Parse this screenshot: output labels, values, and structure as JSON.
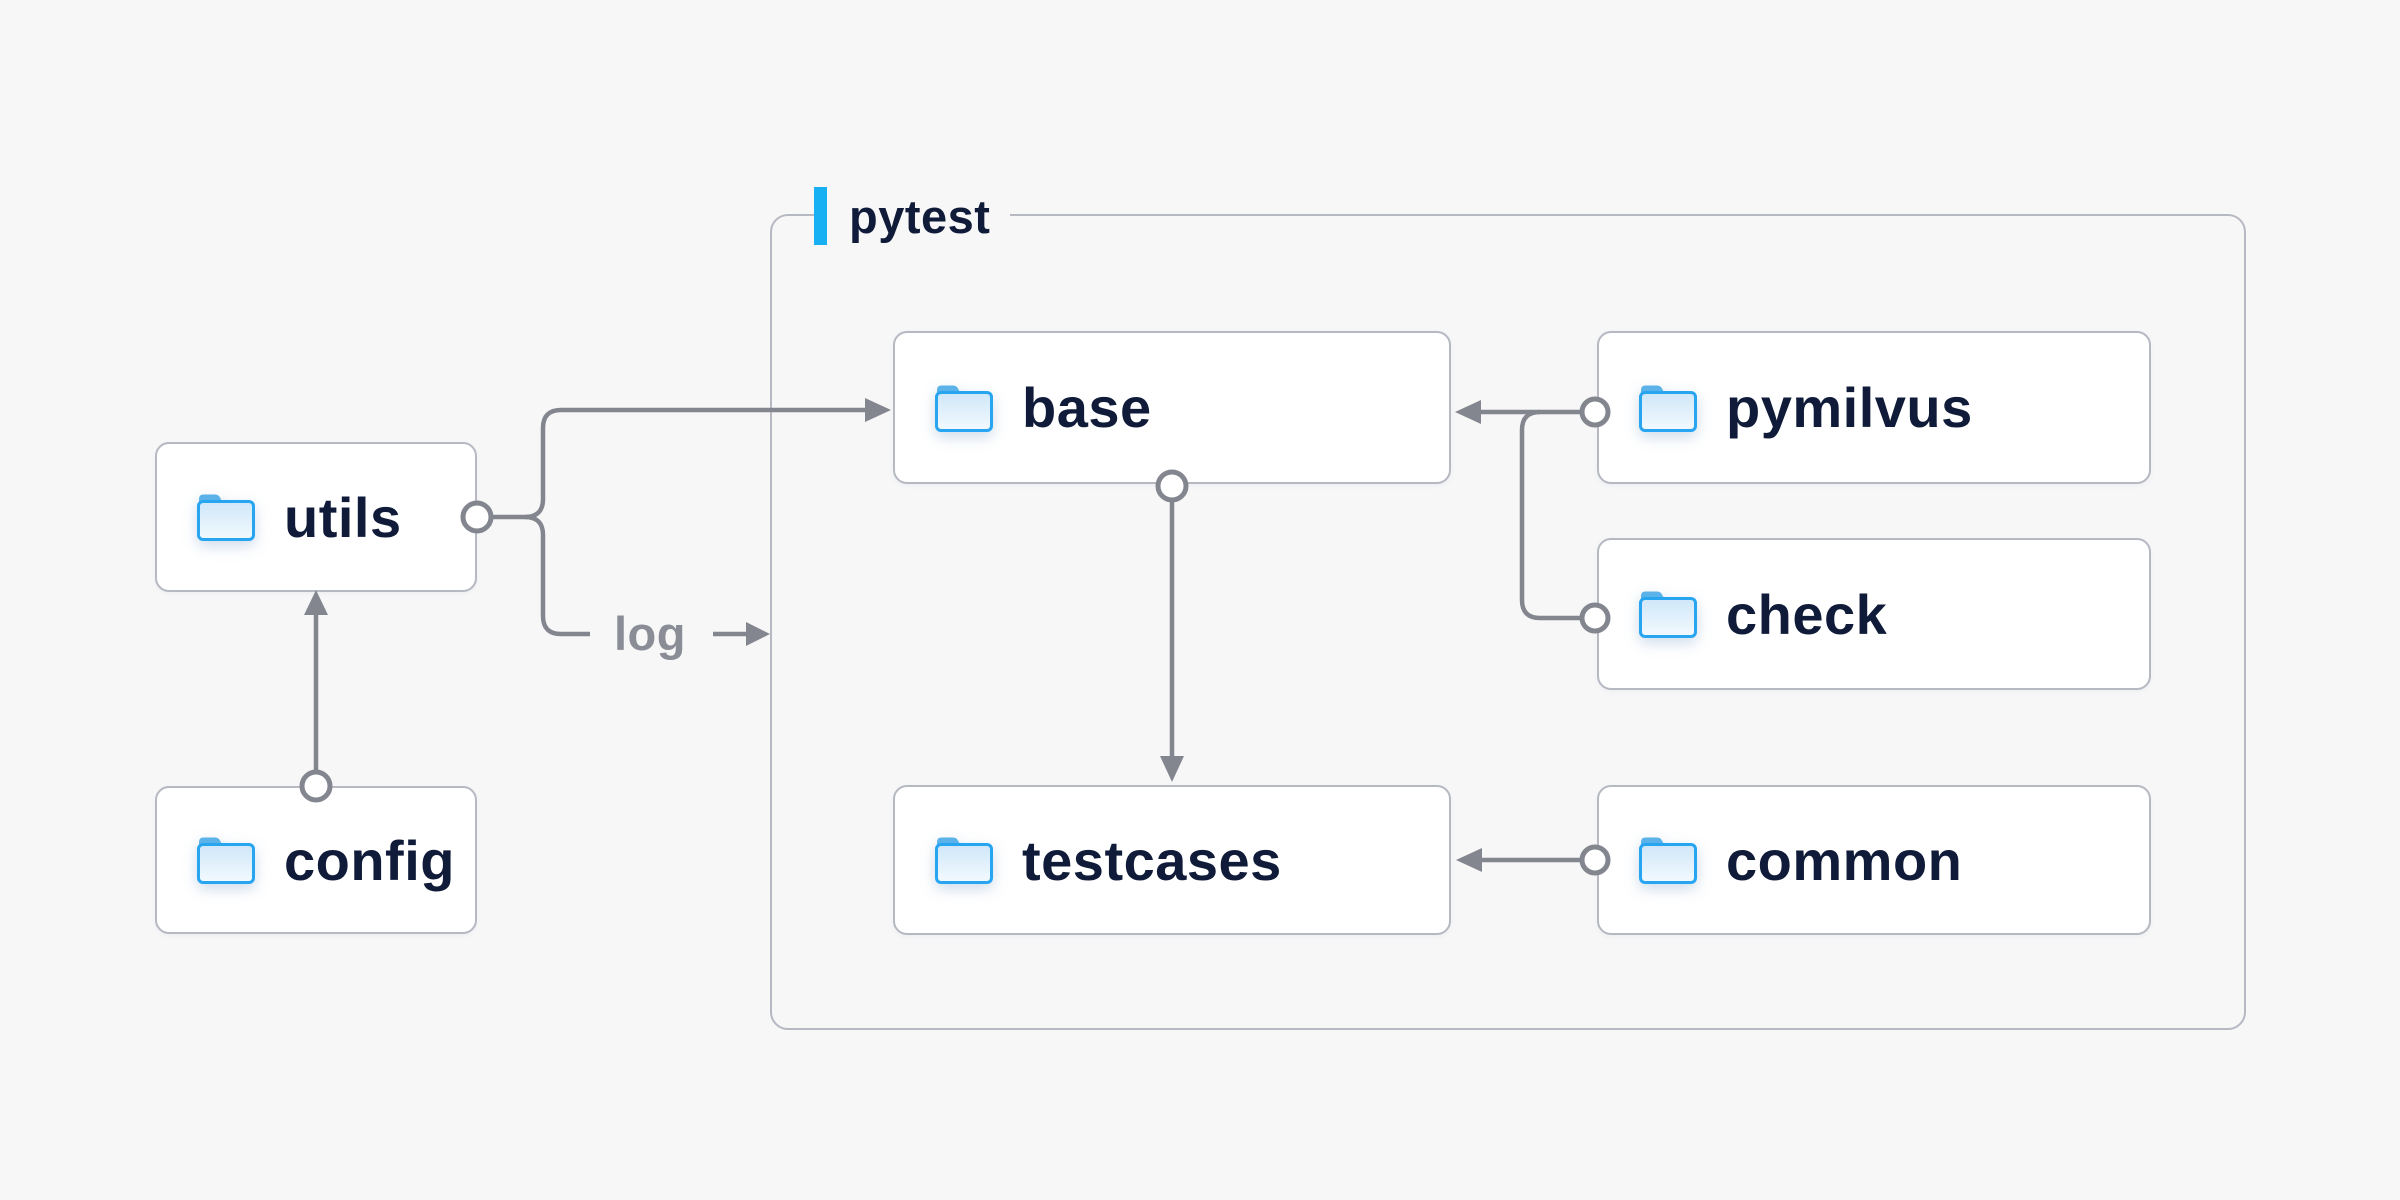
{
  "canvas": {
    "background": "#f7f7f8"
  },
  "colors": {
    "accent_blue": "#18b0f2",
    "node_text": "#0f1b38",
    "connector_gray": "#84868f",
    "box_border": "#b6b8c2",
    "folder_blue": "#28a5f0",
    "node_background": "#ffffff"
  },
  "container": {
    "label": "pytest"
  },
  "nodes": {
    "utils": {
      "label": "utils",
      "icon": "folder-icon"
    },
    "config": {
      "label": "config",
      "icon": "folder-icon"
    },
    "base": {
      "label": "base",
      "icon": "folder-icon"
    },
    "pymilvus": {
      "label": "pymilvus",
      "icon": "folder-icon"
    },
    "check": {
      "label": "check",
      "icon": "folder-icon"
    },
    "testcases": {
      "label": "testcases",
      "icon": "folder-icon"
    },
    "common": {
      "label": "common",
      "icon": "folder-icon"
    }
  },
  "edges": [
    {
      "from": "config",
      "to": "utils"
    },
    {
      "from": "utils",
      "to": "base"
    },
    {
      "from": "utils",
      "to": "pytest-container",
      "label": "log"
    },
    {
      "from": "pymilvus",
      "to": "base"
    },
    {
      "from": "check",
      "to": "base"
    },
    {
      "from": "base",
      "to": "testcases"
    },
    {
      "from": "common",
      "to": "testcases"
    }
  ]
}
